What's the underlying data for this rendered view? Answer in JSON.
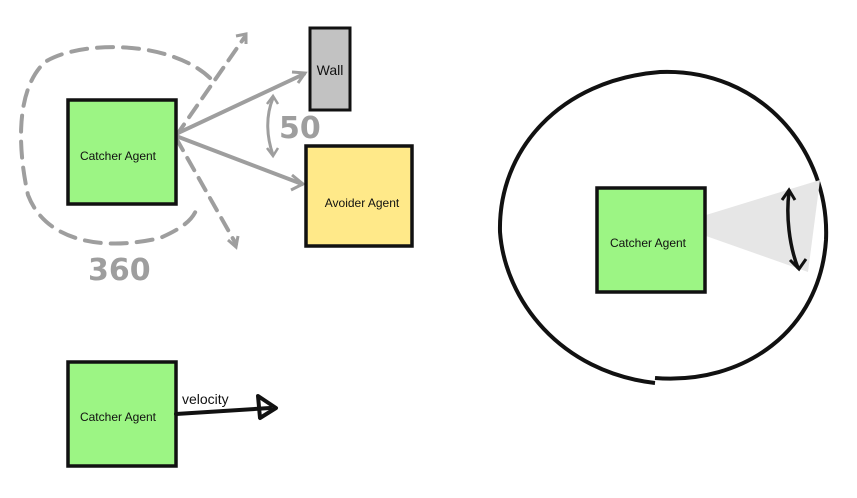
{
  "labels": {
    "catcher_top": "Catcher Agent",
    "catcher_right": "Catcher Agent",
    "catcher_bottom": "Catcher Agent",
    "avoider": "Avoider Agent",
    "wall": "Wall",
    "angle_small": "50",
    "angle_full": "360",
    "velocity": "velocity"
  },
  "colors": {
    "agent_fill": "#9cf584",
    "agent_stroke": "#111111",
    "avoider_fill": "#ffe989",
    "wall_fill": "#c2c2c2",
    "sketch_gray": "#9e9e9e",
    "cone_gray": "#e8e8e8"
  }
}
